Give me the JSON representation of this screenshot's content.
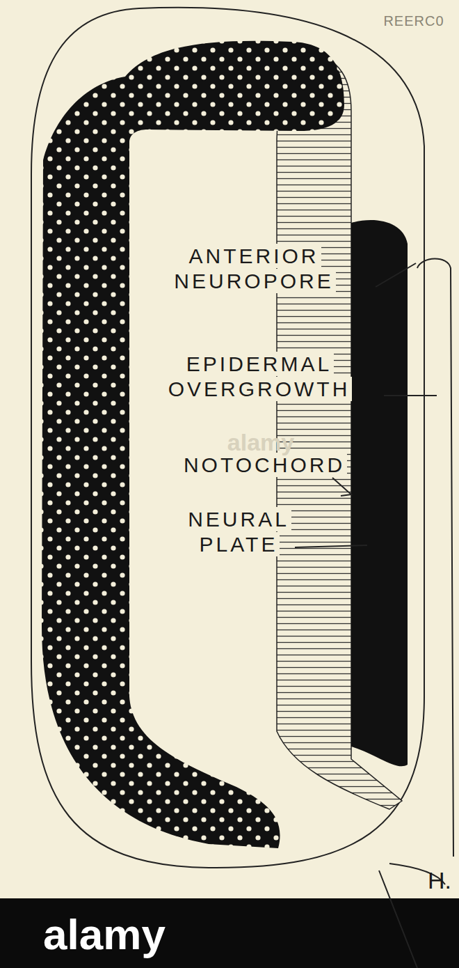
{
  "diagram": {
    "labels": [
      "ANTERIOR NEUROPORE",
      "EPIDERMAL OVERGROWTH",
      "NOTOCHORD",
      "NEURAL PLATE",
      "H.",
      "REERC0",
      "alamy",
      "alamy"
    ]
  }
}
